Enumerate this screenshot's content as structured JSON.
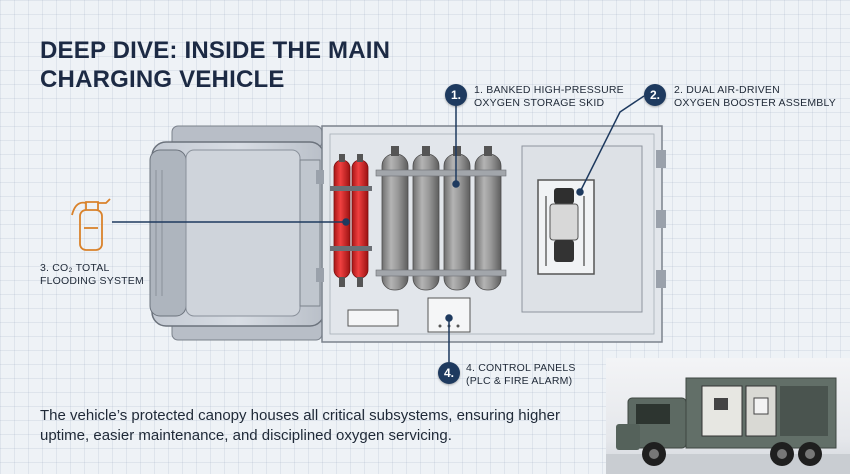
{
  "title": {
    "line1": "DEEP DIVE: INSIDE THE MAIN",
    "line2": "CHARGING VEHICLE"
  },
  "callouts": [
    {
      "number": "1.",
      "line1": "1. BANKED HIGH-PRESSURE",
      "line2": "OXYGEN STORAGE SKID"
    },
    {
      "number": "2.",
      "line1": "2. DUAL AIR-DRIVEN",
      "line2": "OXYGEN BOOSTER ASSEMBLY"
    },
    {
      "number": "",
      "line1": "3. CO₂ TOTAL",
      "line2": "FLOODING SYSTEM"
    },
    {
      "number": "4.",
      "line1": "4. CONTROL PANELS",
      "line2": "(PLC & FIRE ALARM)"
    }
  ],
  "caption": "The vehicle’s protected canopy houses all critical subsystems, ensuring higher uptime, easier maintenance, and disciplined oxygen servicing.",
  "icons": {
    "extinguisher": "fire-extinguisher-icon",
    "photo": "truck-photo"
  },
  "colors": {
    "navy": "#1e3a5f",
    "extinguisher_orange": "#d9822b",
    "co2_red": "#d62b2b",
    "cylinder_gray": "#8e8e8e"
  }
}
